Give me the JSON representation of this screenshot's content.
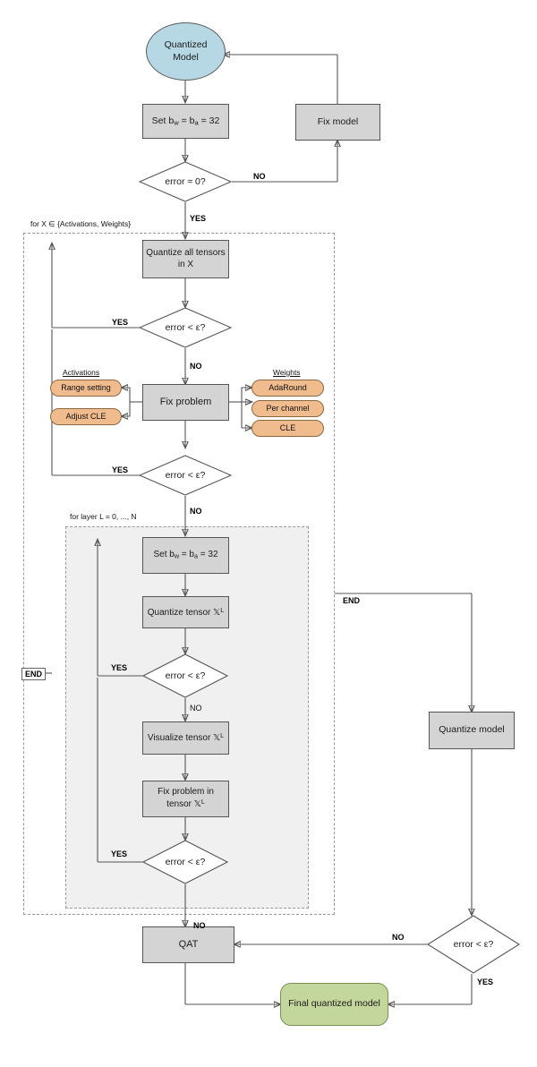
{
  "diagram": {
    "title": "Quantization debugging flowchart",
    "colors": {
      "process_fill": "#d4d4d4",
      "process_stroke": "#555555",
      "start_ellipse_fill": "#b6d7e4",
      "option_pill_fill": "#f0bc8e",
      "final_fill": "#c3d69b",
      "dashed_stroke": "#9a9a9a",
      "inner_region_fill": "#f0f0f0",
      "edge_stroke": "#555555"
    }
  },
  "nodes": {
    "quantized_model": "Quantized\nModel",
    "quantized_model_line1": "Quantized",
    "quantized_model_line2": "Model",
    "set_bits_top": "Set bₓ = bₐ = 32",
    "fix_model": "Fix model",
    "quantize_all_tensors_line1": "Quantize all tensors",
    "quantize_all_tensors_line2": "in X",
    "fix_problem": "Fix problem",
    "set_bits_inner": "Set bₓ = bₐ = 32",
    "quantize_tensor": "Quantize tensor",
    "visualize_tensor": "Visualize tensor",
    "fix_problem_in_line1": "Fix problem in",
    "fix_problem_in_line2": "tensor",
    "quantize_model": "Quantize model",
    "qat": "QAT",
    "final_quantized_model": "Final quantized model",
    "tensor_symbol": "𝕏",
    "tensor_superscript": "L"
  },
  "decisions": {
    "error_approx_zero": "error ≈ 0?",
    "error_lt_eps_1": "error < ε?",
    "error_lt_eps_2": "error < ε?",
    "error_lt_eps_3": "error < ε?",
    "error_lt_eps_4": "error < ε?",
    "error_lt_eps_right": "error < ε?"
  },
  "edge_labels": {
    "no_top": "NO",
    "yes_top": "YES",
    "yes_1": "YES",
    "no_1": "NO",
    "yes_2": "YES",
    "no_2": "NO",
    "yes_3": "YES",
    "no_3": "NO",
    "yes_4": "YES",
    "no_4": "NO",
    "no_right": "NO",
    "yes_right": "YES",
    "end_left": "END",
    "end_right": "END"
  },
  "loops": {
    "outer": "for X ∈ {Activations, Weights}",
    "inner": "for layer L = 0, ..., N"
  },
  "groups": {
    "activations_header": "Activations",
    "weights_header": "Weights"
  },
  "options": {
    "activations": [
      {
        "label": "Range setting"
      },
      {
        "label": "Adjust CLE"
      }
    ],
    "weights": [
      {
        "label": "AdaRound"
      },
      {
        "label": "Per channel"
      },
      {
        "label": "CLE"
      }
    ]
  }
}
